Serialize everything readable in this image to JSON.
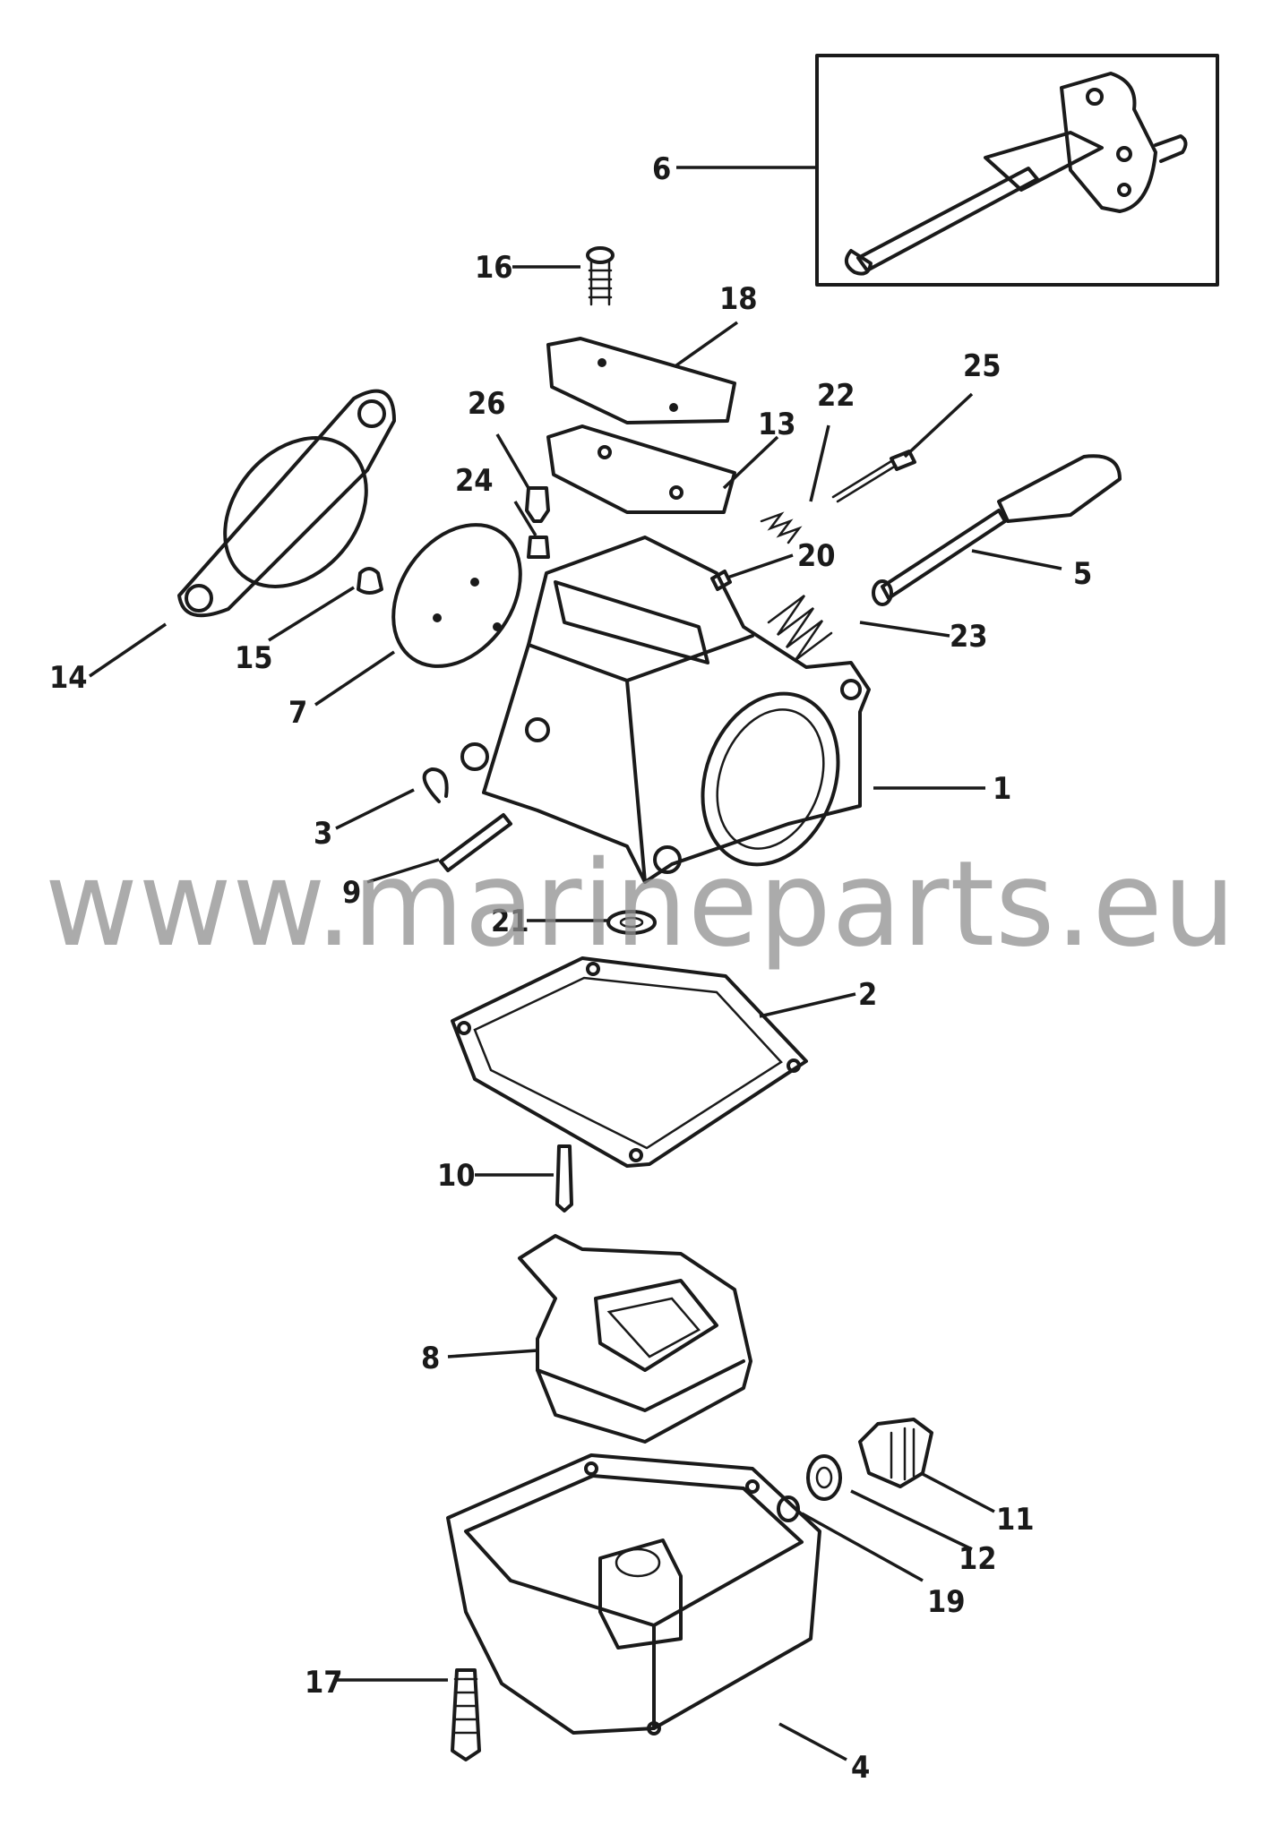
{
  "callouts": [
    {
      "num": "1"
    },
    {
      "num": "2"
    },
    {
      "num": "3"
    },
    {
      "num": "4"
    },
    {
      "num": "5"
    },
    {
      "num": "6"
    },
    {
      "num": "7"
    },
    {
      "num": "8"
    },
    {
      "num": "9"
    },
    {
      "num": "10"
    },
    {
      "num": "11"
    },
    {
      "num": "12"
    },
    {
      "num": "13"
    },
    {
      "num": "14"
    },
    {
      "num": "15"
    },
    {
      "num": "16"
    },
    {
      "num": "17"
    },
    {
      "num": "18"
    },
    {
      "num": "19"
    },
    {
      "num": "20"
    },
    {
      "num": "21"
    },
    {
      "num": "22"
    },
    {
      "num": "23"
    },
    {
      "num": "24"
    },
    {
      "num": "25"
    },
    {
      "num": "26"
    }
  ],
  "watermark": "www.marineparts.eu",
  "colors": {
    "ink": "#1a1a1a",
    "watermark": "#8f8f8f",
    "background": "#ffffff"
  }
}
